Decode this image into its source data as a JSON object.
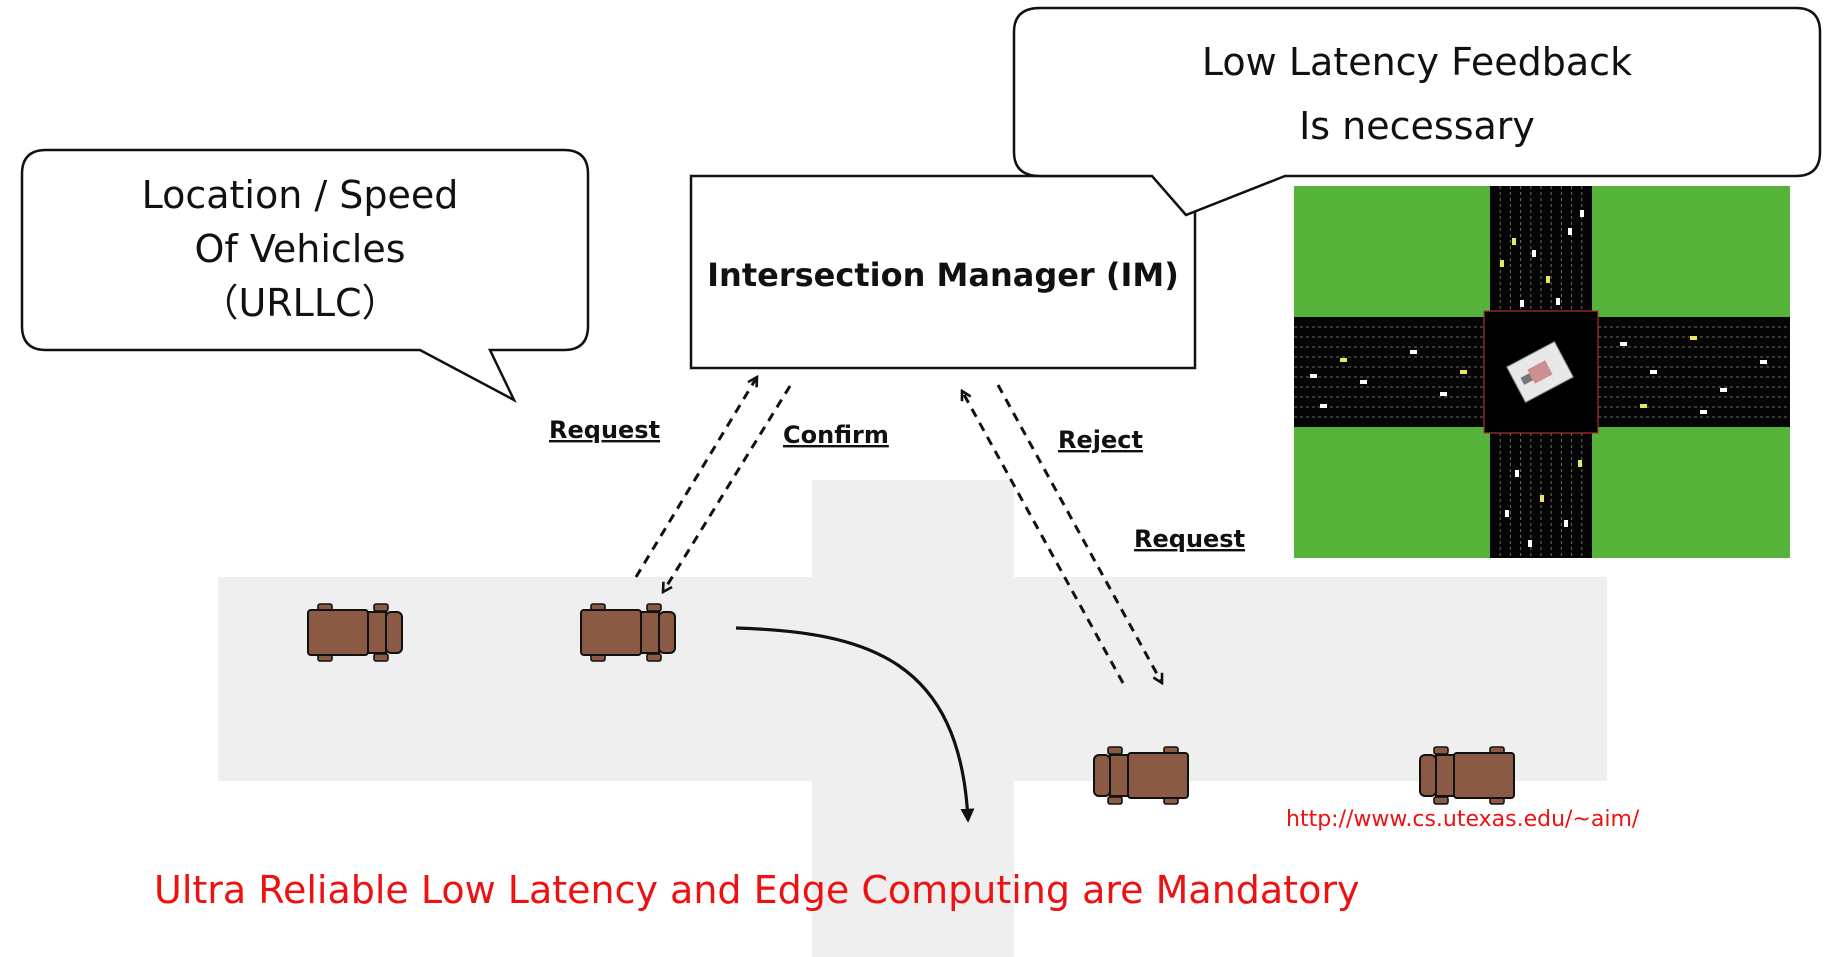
{
  "callouts": {
    "location": {
      "line1": "Location / Speed",
      "line2": "Of Vehicles",
      "line3": "（URLLC）"
    },
    "feedback": {
      "line1": "Low Latency Feedback",
      "line2": "Is necessary"
    }
  },
  "manager": {
    "label": "Intersection Manager (IM)"
  },
  "edges": {
    "request_left": "Request",
    "confirm": "Confirm",
    "reject": "Reject",
    "request_right": "Request"
  },
  "footer": {
    "url": "http://www.cs.utexas.edu/~aim/",
    "statement": "Ultra Reliable Low Latency and Edge Computing are Mandatory"
  },
  "colors": {
    "road": "#efefef",
    "vehicle": "#8b5a44",
    "grass": "#56b33a",
    "asphalt": "#000000",
    "accent_red": "#ee1111"
  }
}
